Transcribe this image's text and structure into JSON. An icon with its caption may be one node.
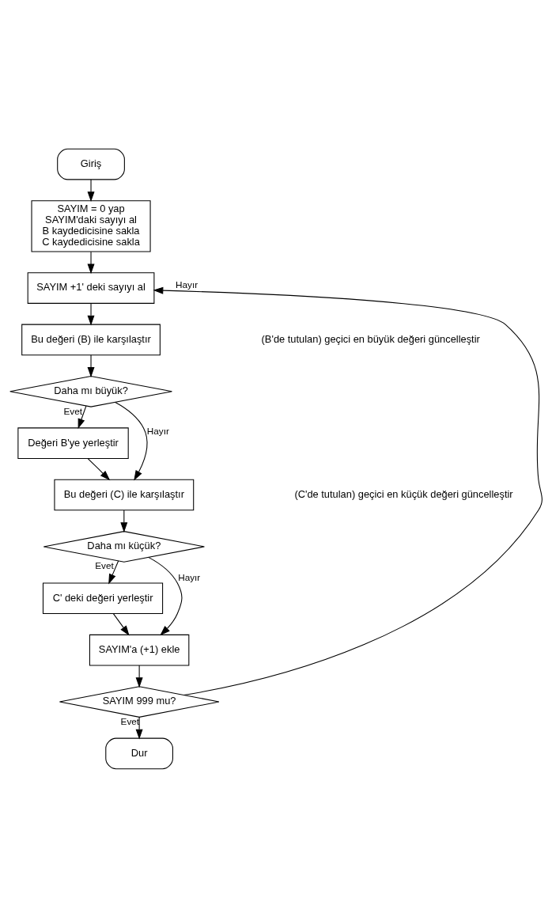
{
  "diagram": {
    "nodes": [
      {
        "text": [
          "Giriş"
        ]
      },
      {
        "text": [
          "SAYIM = 0 yap",
          "SAYIM'daki sayıyı al",
          "B kaydedicisine sakla",
          "C kaydedicisine sakla"
        ]
      },
      {
        "text": [
          "SAYIM +1' deki sayıyı al"
        ]
      },
      {
        "text": [
          "Bu değeri (B) ile karşılaştır"
        ]
      },
      {
        "text": [
          "Daha mı büyük?"
        ]
      },
      {
        "text": [
          "Değeri B'ye yerleştir"
        ]
      },
      {
        "text": [
          "Bu değeri (C) ile karşılaştır"
        ]
      },
      {
        "text": [
          "Daha mı küçük?"
        ]
      },
      {
        "text": [
          "C' deki değeri yerleştir"
        ]
      },
      {
        "text": [
          "SAYIM'a (+1) ekle"
        ]
      },
      {
        "text": [
          "SAYIM 999 mu?"
        ]
      },
      {
        "text": [
          "Dur"
        ]
      }
    ],
    "edges": [
      {
        "from": 0,
        "to": 1,
        "arrow": "to"
      },
      {
        "from": 1,
        "to": 2,
        "arrow": "to"
      },
      {
        "from": 2,
        "to": 3,
        "arrow": "to"
      },
      {
        "from": 3,
        "to": 4,
        "arrow": "to"
      },
      {
        "from": 4,
        "to": 5,
        "arrow": "to",
        "label": "Evet"
      },
      {
        "from": 4,
        "to": 6,
        "arrow": "to",
        "label": "Hayır"
      },
      {
        "from": 5,
        "to": 6,
        "arrow": "to"
      },
      {
        "from": 6,
        "to": 7,
        "arrow": "to"
      },
      {
        "from": 7,
        "to": 8,
        "arrow": "to",
        "label": "Evet"
      },
      {
        "from": 7,
        "to": 9,
        "arrow": "to",
        "label": "Hayır"
      },
      {
        "from": 8,
        "to": 9,
        "arrow": "to"
      },
      {
        "from": 9,
        "to": 10,
        "arrow": "to"
      },
      {
        "from": 10,
        "to": 2,
        "arrow": "to",
        "label": "Hayır"
      },
      {
        "from": 10,
        "to": 11,
        "arrow": "to",
        "label": "Evet"
      }
    ],
    "labels": [
      "(B'de tutulan) geçici en büyük değeri güncelleştir",
      "(C'de tutulan) geçici en küçük değeri güncelleştir"
    ]
  }
}
